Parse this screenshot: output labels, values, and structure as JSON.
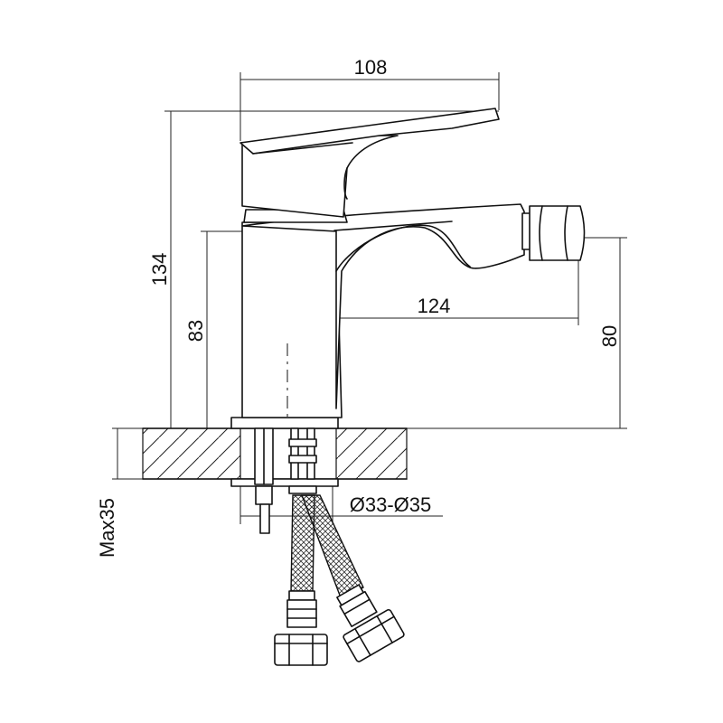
{
  "dimensions": {
    "width_total": "108",
    "height_total": "134",
    "height_spout": "83",
    "reach": "124",
    "height_outlet": "80",
    "hole_diameter": "Ø33-Ø35",
    "max_thickness": "Max35"
  },
  "colors": {
    "line": "#111111",
    "background": "#ffffff"
  }
}
